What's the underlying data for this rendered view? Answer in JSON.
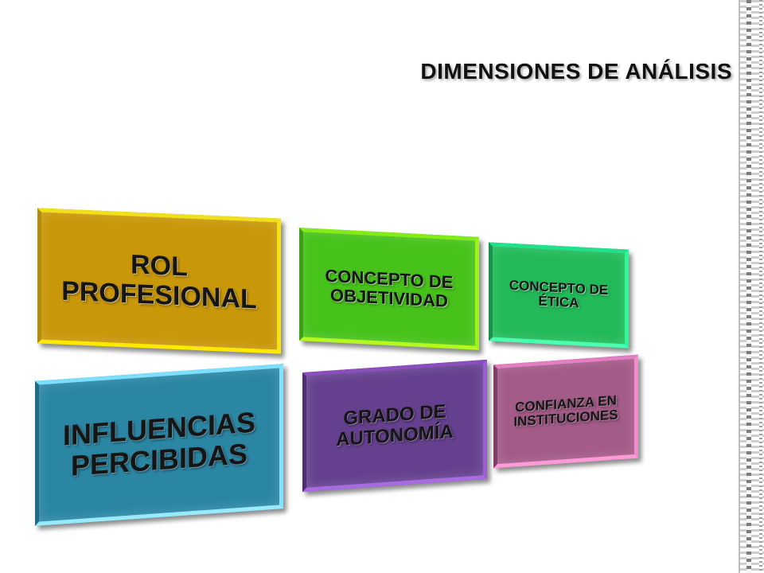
{
  "title": "DIMENSIONES DE ANÁLISIS",
  "cards": [
    {
      "line1": "ROL",
      "line2": "PROFESIONAL",
      "color": "#c9970a"
    },
    {
      "line1": "CONCEPTO DE",
      "line2": "OBJETIVIDAD",
      "color": "#47c21b"
    },
    {
      "line1": "CONCEPTO DE",
      "line2": "ÉTICA",
      "color": "#22ba59"
    },
    {
      "line1": "INFLUENCIAS",
      "line2": "PERCIBIDAS",
      "color": "#2b86a4"
    },
    {
      "line1": "GRADO DE",
      "line2": "AUTONOMÍA",
      "color": "#65408f"
    },
    {
      "line1": "CONFIANZA EN",
      "line2": "INSTITUCIONES",
      "color": "#a35b87"
    }
  ],
  "decoration": {
    "strip": "film-strip-border"
  }
}
